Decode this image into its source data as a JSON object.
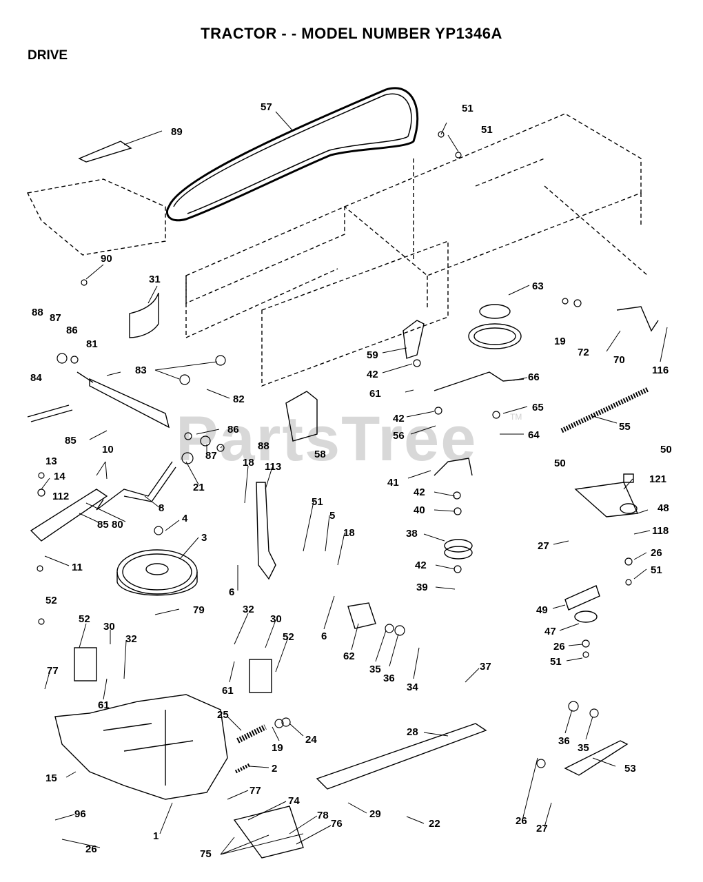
{
  "header": {
    "title": "TRACTOR - - MODEL NUMBER YP1346A",
    "section": "DRIVE"
  },
  "watermark": {
    "text": "PartsTree",
    "trademark": "TM"
  },
  "callouts": [
    "57",
    "51",
    "51",
    "89",
    "90",
    "31",
    "63",
    "19",
    "72",
    "70",
    "116",
    "88",
    "87",
    "86",
    "81",
    "83",
    "82",
    "84",
    "85",
    "86",
    "88",
    "87",
    "21",
    "59",
    "42",
    "61",
    "66",
    "42",
    "56",
    "65",
    "64",
    "58",
    "55",
    "10",
    "13",
    "14",
    "112",
    "8",
    "80",
    "85",
    "11",
    "4",
    "3",
    "18",
    "113",
    "51",
    "5",
    "18",
    "6",
    "41",
    "42",
    "40",
    "38",
    "42",
    "39",
    "50",
    "50",
    "121",
    "48",
    "118",
    "27",
    "26",
    "51",
    "49",
    "47",
    "26",
    "51",
    "52",
    "52",
    "30",
    "32",
    "79",
    "32",
    "30",
    "52",
    "61",
    "6",
    "62",
    "35",
    "36",
    "34",
    "37",
    "77",
    "61",
    "25",
    "19",
    "24",
    "28",
    "36",
    "35",
    "53",
    "15",
    "2",
    "77",
    "96",
    "74",
    "78",
    "76",
    "1",
    "29",
    "22",
    "26",
    "27",
    "75",
    "26"
  ]
}
